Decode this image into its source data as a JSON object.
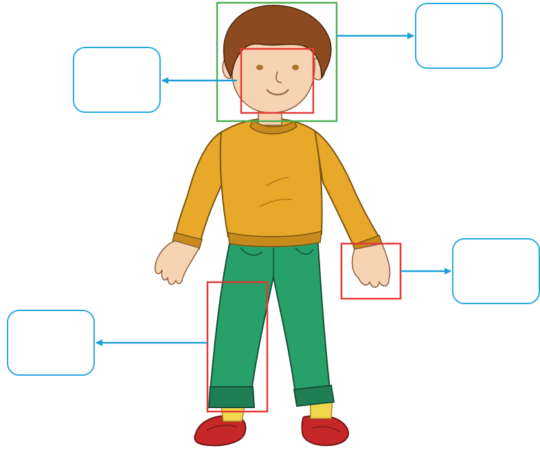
{
  "colors": {
    "label_box_border": "#29a8e0",
    "arrow": "#1e9fd9",
    "head_outline": "#4caf50",
    "part_outline": "#e53935",
    "hair": "#8b4a1f",
    "skin": "#f6d3b3",
    "sweater": "#e8a829",
    "sweater_cuff": "#c98a1c",
    "trousers": "#27a06a",
    "trousers_cuff": "#1f7f52",
    "shoes": "#c62828",
    "socks": "#f2d74e"
  },
  "diagram": {
    "subject": "boy",
    "label_boxes": [
      {
        "target": "hair",
        "text": ""
      },
      {
        "target": "face",
        "text": ""
      },
      {
        "target": "hand",
        "text": ""
      },
      {
        "target": "leg",
        "text": ""
      }
    ]
  }
}
